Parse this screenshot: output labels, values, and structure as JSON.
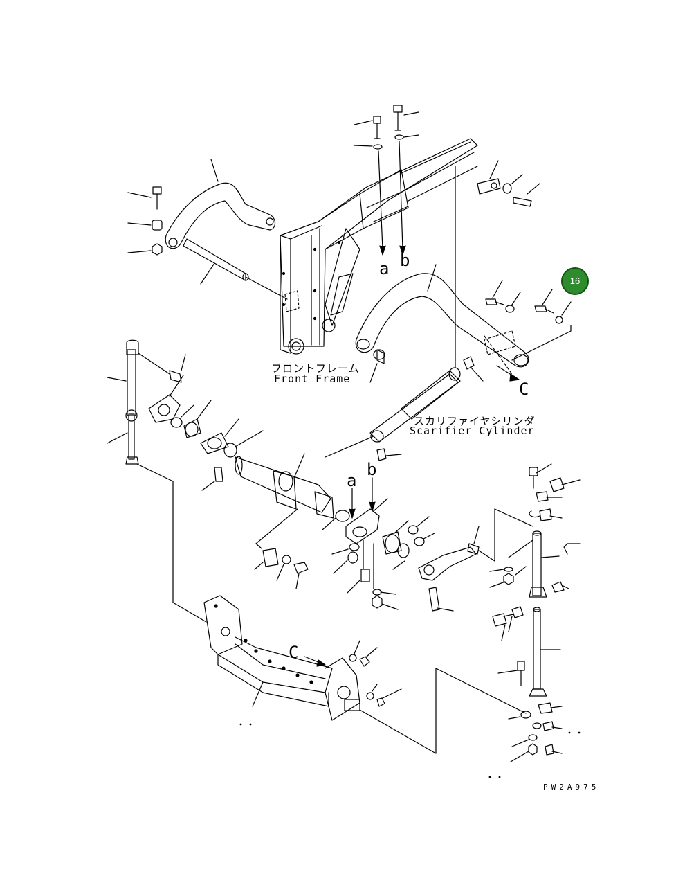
{
  "labels": {
    "front_frame_jp": "フロントフレーム",
    "front_frame_en": "Front Frame",
    "scarifier_cyl_jp": "スカリファイヤシリンダ",
    "scarifier_cyl_en": "Scarifier Cylinder",
    "arrow_a_top": "a",
    "arrow_b_top": "b",
    "arrow_a_mid": "a",
    "arrow_b_mid": "b",
    "arrow_c_right": "C",
    "arrow_c_bottom": "C",
    "drawing_code": "PW2A975"
  },
  "callout": {
    "number": "16",
    "color": "#2e8b2e"
  }
}
